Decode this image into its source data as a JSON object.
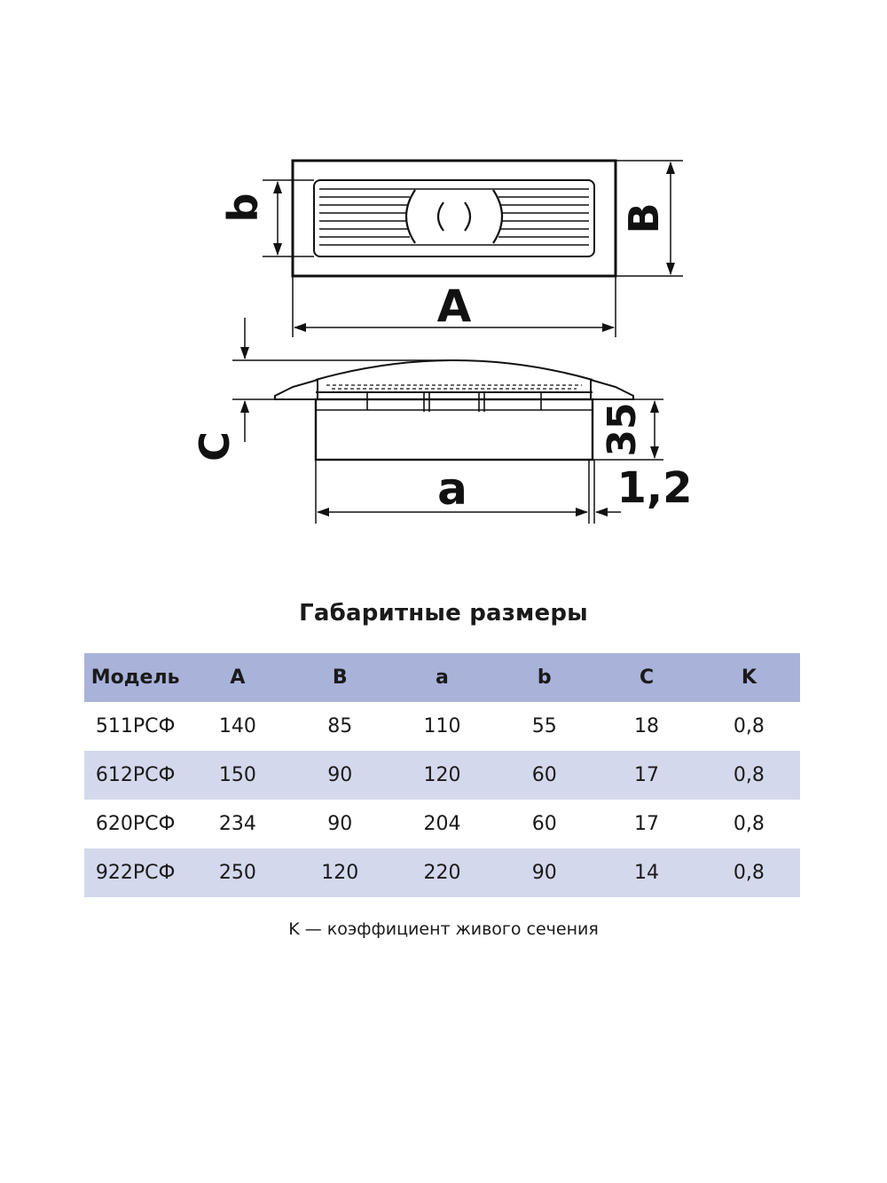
{
  "drawing": {
    "labels": {
      "A": "A",
      "B": "B",
      "b": "b",
      "a": "a",
      "C": "C",
      "height_35": "35",
      "thickness": "1,2"
    }
  },
  "table": {
    "title": "Габаритные размеры",
    "headers": [
      "Модель",
      "A",
      "B",
      "a",
      "b",
      "C",
      "K"
    ],
    "rows": [
      [
        "511РСФ",
        "140",
        "85",
        "110",
        "55",
        "18",
        "0,8"
      ],
      [
        "612РСФ",
        "150",
        "90",
        "120",
        "60",
        "17",
        "0,8"
      ],
      [
        "620РСФ",
        "234",
        "90",
        "204",
        "60",
        "17",
        "0,8"
      ],
      [
        "922РСФ",
        "250",
        "120",
        "220",
        "90",
        "14",
        "0,8"
      ]
    ],
    "footnote": "K — коэффициент живого сечения"
  }
}
